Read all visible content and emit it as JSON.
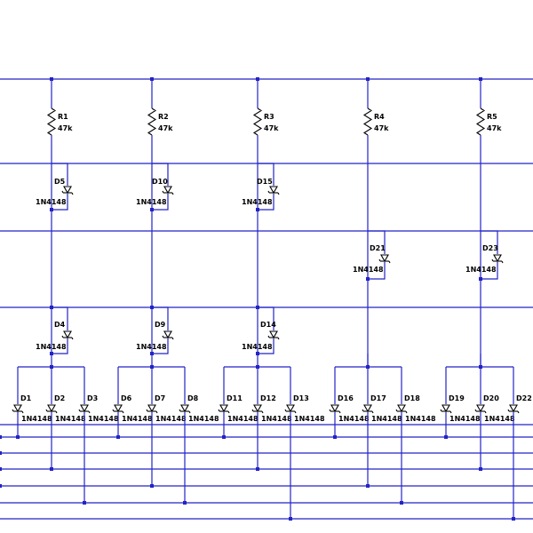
{
  "resistors": [
    {
      "ref": "R1",
      "value": "47k"
    },
    {
      "ref": "R2",
      "value": "47k"
    },
    {
      "ref": "R3",
      "value": "47k"
    },
    {
      "ref": "R4",
      "value": "47k"
    },
    {
      "ref": "R5",
      "value": "47k"
    }
  ],
  "upper_diodes": [
    {
      "ref": "D5",
      "part": "1N4148"
    },
    {
      "ref": "D10",
      "part": "1N4148"
    },
    {
      "ref": "D15",
      "part": "1N4148"
    },
    {
      "ref": "D21",
      "part": "1N4148"
    },
    {
      "ref": "D23",
      "part": "1N4148"
    }
  ],
  "middle_diodes": [
    {
      "ref": "D4",
      "part": "1N4148"
    },
    {
      "ref": "D9",
      "part": "1N4148"
    },
    {
      "ref": "D14",
      "part": "1N4148"
    }
  ],
  "bottom_diodes": [
    {
      "ref": "D1",
      "part": "1N4148"
    },
    {
      "ref": "D2",
      "part": "1N4148"
    },
    {
      "ref": "D3",
      "part": "1N4148"
    },
    {
      "ref": "D6",
      "part": "1N4148"
    },
    {
      "ref": "D7",
      "part": "1N4148"
    },
    {
      "ref": "D8",
      "part": "1N4148"
    },
    {
      "ref": "D11",
      "part": "1N4148"
    },
    {
      "ref": "D12",
      "part": "1N4148"
    },
    {
      "ref": "D13",
      "part": "1N4148"
    },
    {
      "ref": "D16",
      "part": "1N4148"
    },
    {
      "ref": "D17",
      "part": "1N4148"
    },
    {
      "ref": "D18",
      "part": "1N4148"
    },
    {
      "ref": "D19",
      "part": "1N4148"
    },
    {
      "ref": "D20",
      "part": "1N4148"
    },
    {
      "ref": "D22",
      "part": ""
    }
  ],
  "colors": {
    "wire": "#2323c8",
    "component": "#000000",
    "background": "#ffffff"
  }
}
